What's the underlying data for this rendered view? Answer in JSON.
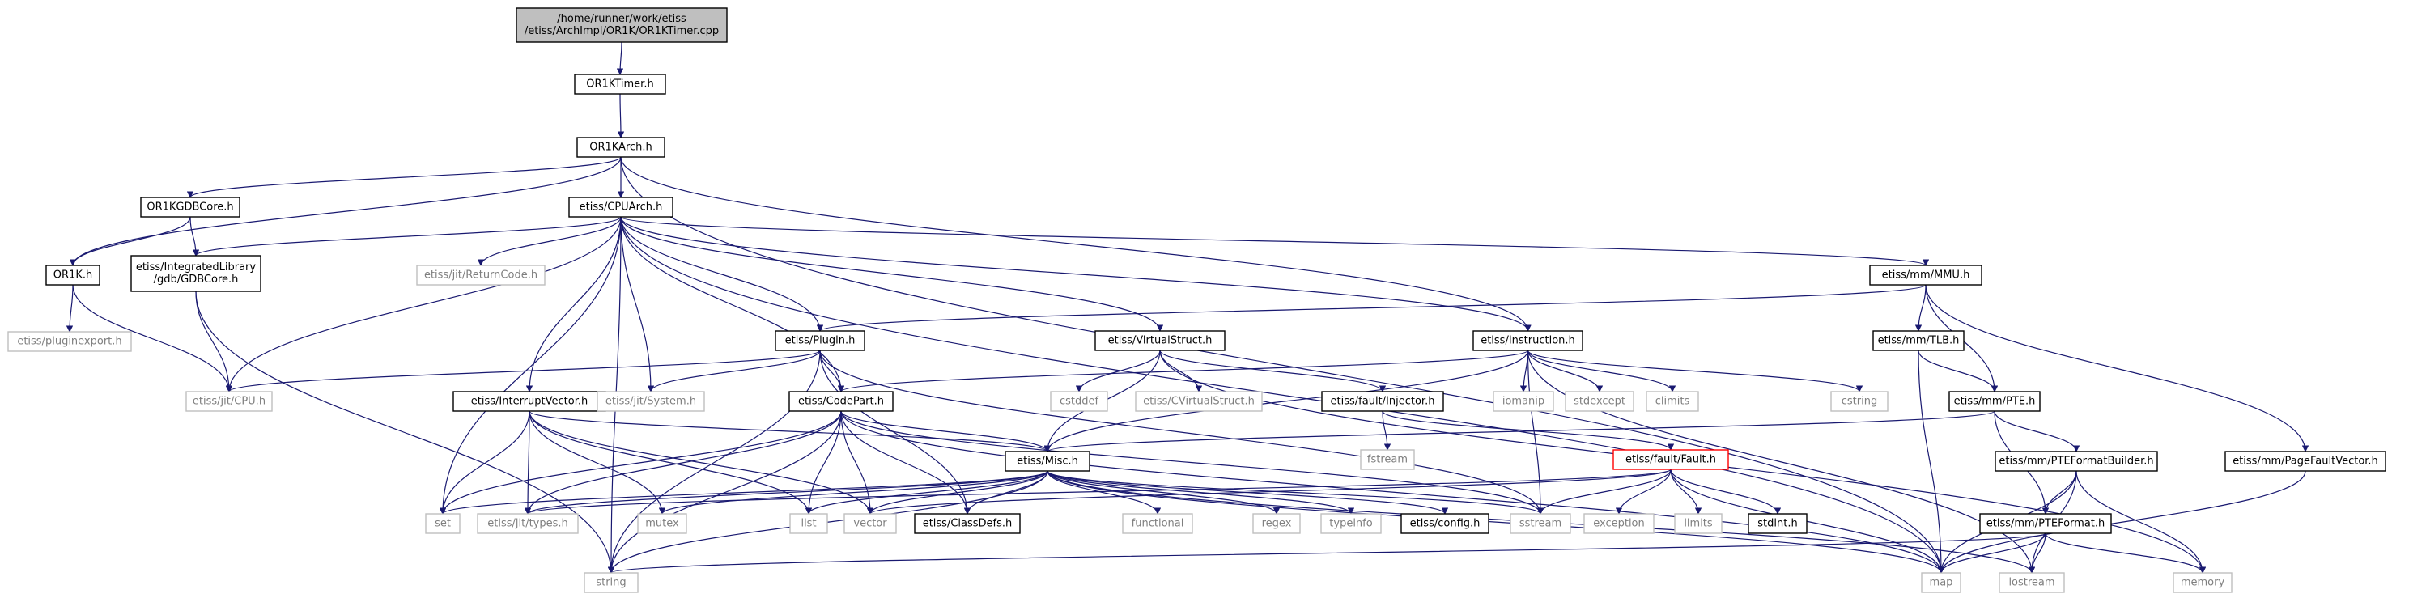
{
  "colors": {
    "edge": "#191970",
    "root_fill": "#bfbfbf",
    "doc_border": "#000000",
    "ext_border": "#bfbfbf",
    "ext_text": "#7f7f7f",
    "trunc_border": "#ff0000"
  },
  "nodes": [
    {
      "id": "root",
      "label": "/home/runner/work/etiss\n/etiss/ArchImpl/OR1K/OR1KTimer.cpp",
      "kind": "root"
    },
    {
      "id": "or1ktimer",
      "label": "OR1KTimer.h",
      "kind": "doc"
    },
    {
      "id": "or1karch",
      "label": "OR1KArch.h",
      "kind": "doc"
    },
    {
      "id": "or1kgdbcore",
      "label": "OR1KGDBCore.h",
      "kind": "doc"
    },
    {
      "id": "cpuarch",
      "label": "etiss/CPUArch.h",
      "kind": "doc"
    },
    {
      "id": "or1kh",
      "label": "OR1K.h",
      "kind": "doc"
    },
    {
      "id": "gdbcore",
      "label": "etiss/IntegratedLibrary\n/gdb/GDBCore.h",
      "kind": "doc"
    },
    {
      "id": "returncode",
      "label": "etiss/jit/ReturnCode.h",
      "kind": "ext"
    },
    {
      "id": "mmu",
      "label": "etiss/mm/MMU.h",
      "kind": "doc"
    },
    {
      "id": "pluginexport",
      "label": "etiss/pluginexport.h",
      "kind": "ext"
    },
    {
      "id": "plugin",
      "label": "etiss/Plugin.h",
      "kind": "doc"
    },
    {
      "id": "virtualstruct",
      "label": "etiss/VirtualStruct.h",
      "kind": "doc"
    },
    {
      "id": "instruction",
      "label": "etiss/Instruction.h",
      "kind": "doc"
    },
    {
      "id": "tlb",
      "label": "etiss/mm/TLB.h",
      "kind": "doc"
    },
    {
      "id": "jitcpu",
      "label": "etiss/jit/CPU.h",
      "kind": "ext"
    },
    {
      "id": "interruptvector",
      "label": "etiss/InterruptVector.h",
      "kind": "doc"
    },
    {
      "id": "jitsystem",
      "label": "etiss/jit/System.h",
      "kind": "ext"
    },
    {
      "id": "codepart",
      "label": "etiss/CodePart.h",
      "kind": "doc"
    },
    {
      "id": "cstddef",
      "label": "cstddef",
      "kind": "ext"
    },
    {
      "id": "cvirtualstruct",
      "label": "etiss/CVirtualStruct.h",
      "kind": "ext"
    },
    {
      "id": "injector",
      "label": "etiss/fault/Injector.h",
      "kind": "doc"
    },
    {
      "id": "iomanip",
      "label": "iomanip",
      "kind": "ext"
    },
    {
      "id": "stdexcept",
      "label": "stdexcept",
      "kind": "ext"
    },
    {
      "id": "climits",
      "label": "climits",
      "kind": "ext"
    },
    {
      "id": "cstring",
      "label": "cstring",
      "kind": "ext"
    },
    {
      "id": "pte",
      "label": "etiss/mm/PTE.h",
      "kind": "doc"
    },
    {
      "id": "fstream",
      "label": "fstream",
      "kind": "ext"
    },
    {
      "id": "fault",
      "label": "etiss/fault/Fault.h",
      "kind": "trunc"
    },
    {
      "id": "misc",
      "label": "etiss/Misc.h",
      "kind": "doc"
    },
    {
      "id": "pteformatbuilder",
      "label": "etiss/mm/PTEFormatBuilder.h",
      "kind": "doc"
    },
    {
      "id": "pagefaultvector",
      "label": "etiss/mm/PageFaultVector.h",
      "kind": "doc"
    },
    {
      "id": "set",
      "label": "set",
      "kind": "ext"
    },
    {
      "id": "jittypes",
      "label": "etiss/jit/types.h",
      "kind": "ext"
    },
    {
      "id": "mutex",
      "label": "mutex",
      "kind": "ext"
    },
    {
      "id": "list",
      "label": "list",
      "kind": "ext"
    },
    {
      "id": "vector",
      "label": "vector",
      "kind": "ext"
    },
    {
      "id": "classdefs",
      "label": "etiss/ClassDefs.h",
      "kind": "doc"
    },
    {
      "id": "functional",
      "label": "functional",
      "kind": "ext"
    },
    {
      "id": "regex",
      "label": "regex",
      "kind": "ext"
    },
    {
      "id": "typeinfo",
      "label": "typeinfo",
      "kind": "ext"
    },
    {
      "id": "config",
      "label": "etiss/config.h",
      "kind": "doc"
    },
    {
      "id": "sstream",
      "label": "sstream",
      "kind": "ext"
    },
    {
      "id": "exception",
      "label": "exception",
      "kind": "ext"
    },
    {
      "id": "limits",
      "label": "limits",
      "kind": "ext"
    },
    {
      "id": "stdint",
      "label": "stdint.h",
      "kind": "doc"
    },
    {
      "id": "pteformat",
      "label": "etiss/mm/PTEFormat.h",
      "kind": "doc"
    },
    {
      "id": "string",
      "label": "string",
      "kind": "ext"
    },
    {
      "id": "map",
      "label": "map",
      "kind": "ext"
    },
    {
      "id": "iostream",
      "label": "iostream",
      "kind": "ext"
    },
    {
      "id": "memory",
      "label": "memory",
      "kind": "ext"
    }
  ],
  "edges": [
    [
      "root",
      "or1ktimer"
    ],
    [
      "or1ktimer",
      "or1karch"
    ],
    [
      "or1karch",
      "or1kgdbcore"
    ],
    [
      "or1karch",
      "cpuarch"
    ],
    [
      "or1karch",
      "or1kh"
    ],
    [
      "or1karch",
      "instruction"
    ],
    [
      "or1karch",
      "map"
    ],
    [
      "or1kgdbcore",
      "or1kh"
    ],
    [
      "or1kgdbcore",
      "gdbcore"
    ],
    [
      "or1kh",
      "pluginexport"
    ],
    [
      "or1kh",
      "jitcpu"
    ],
    [
      "gdbcore",
      "jitcpu"
    ],
    [
      "gdbcore",
      "string"
    ],
    [
      "cpuarch",
      "gdbcore"
    ],
    [
      "cpuarch",
      "returncode"
    ],
    [
      "cpuarch",
      "mmu"
    ],
    [
      "cpuarch",
      "plugin"
    ],
    [
      "cpuarch",
      "virtualstruct"
    ],
    [
      "cpuarch",
      "instruction"
    ],
    [
      "cpuarch",
      "jitcpu"
    ],
    [
      "cpuarch",
      "interruptvector"
    ],
    [
      "cpuarch",
      "jitsystem"
    ],
    [
      "cpuarch",
      "codepart"
    ],
    [
      "cpuarch",
      "set"
    ],
    [
      "cpuarch",
      "string"
    ],
    [
      "cpuarch",
      "map"
    ],
    [
      "mmu",
      "plugin"
    ],
    [
      "mmu",
      "tlb"
    ],
    [
      "mmu",
      "pte"
    ],
    [
      "mmu",
      "pagefaultvector"
    ],
    [
      "plugin",
      "jitcpu"
    ],
    [
      "plugin",
      "jitsystem"
    ],
    [
      "plugin",
      "codepart"
    ],
    [
      "plugin",
      "classdefs"
    ],
    [
      "plugin",
      "string"
    ],
    [
      "plugin",
      "sstream"
    ],
    [
      "virtualstruct",
      "cstddef"
    ],
    [
      "virtualstruct",
      "cvirtualstruct"
    ],
    [
      "virtualstruct",
      "injector"
    ],
    [
      "virtualstruct",
      "misc"
    ],
    [
      "virtualstruct",
      "memory"
    ],
    [
      "instruction",
      "codepart"
    ],
    [
      "instruction",
      "misc"
    ],
    [
      "instruction",
      "iomanip"
    ],
    [
      "instruction",
      "stdexcept"
    ],
    [
      "instruction",
      "climits"
    ],
    [
      "instruction",
      "cstring"
    ],
    [
      "instruction",
      "sstream"
    ],
    [
      "instruction",
      "iostream"
    ],
    [
      "tlb",
      "pte"
    ],
    [
      "tlb",
      "map"
    ],
    [
      "interruptvector",
      "misc"
    ],
    [
      "interruptvector",
      "set"
    ],
    [
      "interruptvector",
      "jittypes"
    ],
    [
      "interruptvector",
      "mutex"
    ],
    [
      "interruptvector",
      "list"
    ],
    [
      "interruptvector",
      "vector"
    ],
    [
      "codepart",
      "misc"
    ],
    [
      "codepart",
      "set"
    ],
    [
      "codepart",
      "jittypes"
    ],
    [
      "codepart",
      "list"
    ],
    [
      "codepart",
      "vector"
    ],
    [
      "codepart",
      "classdefs"
    ],
    [
      "codepart",
      "sstream"
    ],
    [
      "codepart",
      "string"
    ],
    [
      "codepart",
      "map"
    ],
    [
      "injector",
      "fstream"
    ],
    [
      "injector",
      "fault"
    ],
    [
      "pte",
      "misc"
    ],
    [
      "pte",
      "pteformatbuilder"
    ],
    [
      "pte",
      "pteformat"
    ],
    [
      "fault",
      "vector"
    ],
    [
      "fault",
      "sstream"
    ],
    [
      "fault",
      "exception"
    ],
    [
      "fault",
      "limits"
    ],
    [
      "fault",
      "stdint"
    ],
    [
      "fault",
      "map"
    ],
    [
      "fault",
      "jittypes"
    ],
    [
      "misc",
      "set"
    ],
    [
      "misc",
      "jittypes"
    ],
    [
      "misc",
      "mutex"
    ],
    [
      "misc",
      "list"
    ],
    [
      "misc",
      "vector"
    ],
    [
      "misc",
      "classdefs"
    ],
    [
      "misc",
      "functional"
    ],
    [
      "misc",
      "regex"
    ],
    [
      "misc",
      "typeinfo"
    ],
    [
      "misc",
      "config"
    ],
    [
      "misc",
      "sstream"
    ],
    [
      "misc",
      "string"
    ],
    [
      "misc",
      "map"
    ],
    [
      "misc",
      "iostream"
    ],
    [
      "pteformatbuilder",
      "pteformat"
    ],
    [
      "pteformatbuilder",
      "map"
    ],
    [
      "pteformatbuilder",
      "iostream"
    ],
    [
      "pteformatbuilder",
      "memory"
    ],
    [
      "pteformat",
      "string"
    ],
    [
      "pteformat",
      "map"
    ],
    [
      "pteformat",
      "iostream"
    ],
    [
      "pteformat",
      "memory"
    ],
    [
      "pagefaultvector",
      "map"
    ]
  ]
}
